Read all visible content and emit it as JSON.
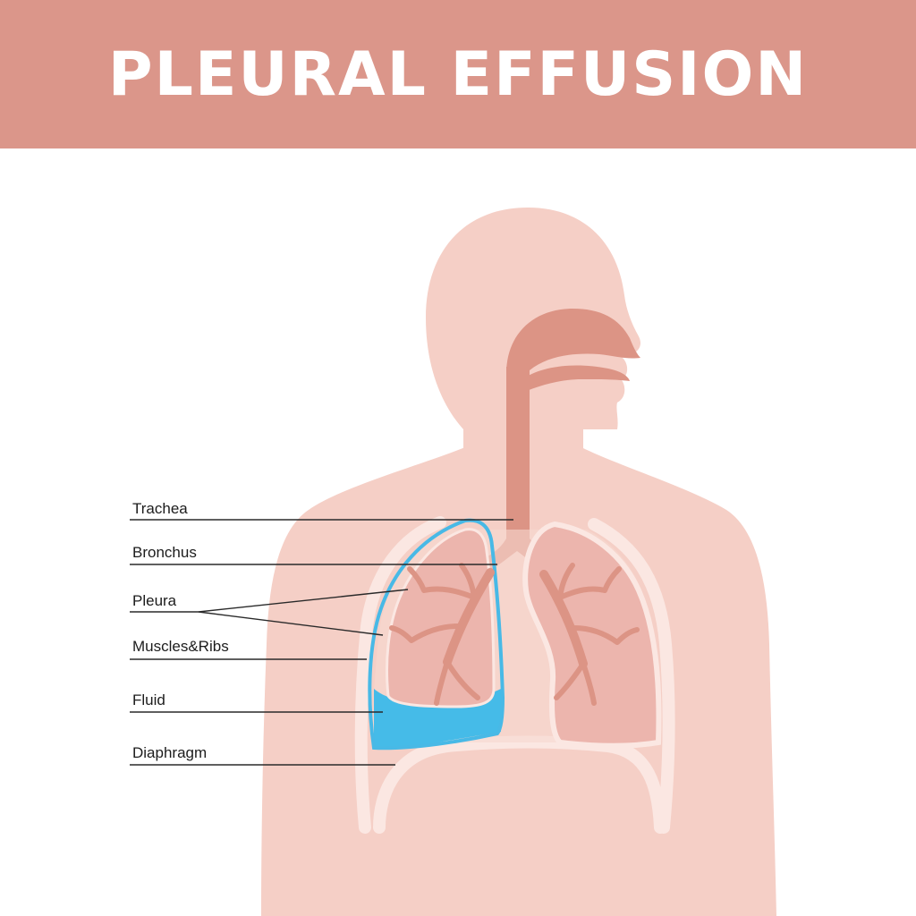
{
  "header": {
    "title": "PLEURAL EFFUSION"
  },
  "labels": {
    "trachea": "Trachea",
    "bronchus": "Bronchus",
    "pleura": "Pleura",
    "muscles_ribs": "Muscles&Ribs",
    "fluid": "Fluid",
    "diaphragm": "Diaphragm"
  },
  "colors": {
    "banner": "#db968a",
    "body": "#f5cfc6",
    "airway": "#dc9485",
    "lung": "#ecb5ad",
    "rib_cage": "#fbe7e2",
    "pleura": "#48b9e6",
    "fluid": "#45bbe8"
  }
}
